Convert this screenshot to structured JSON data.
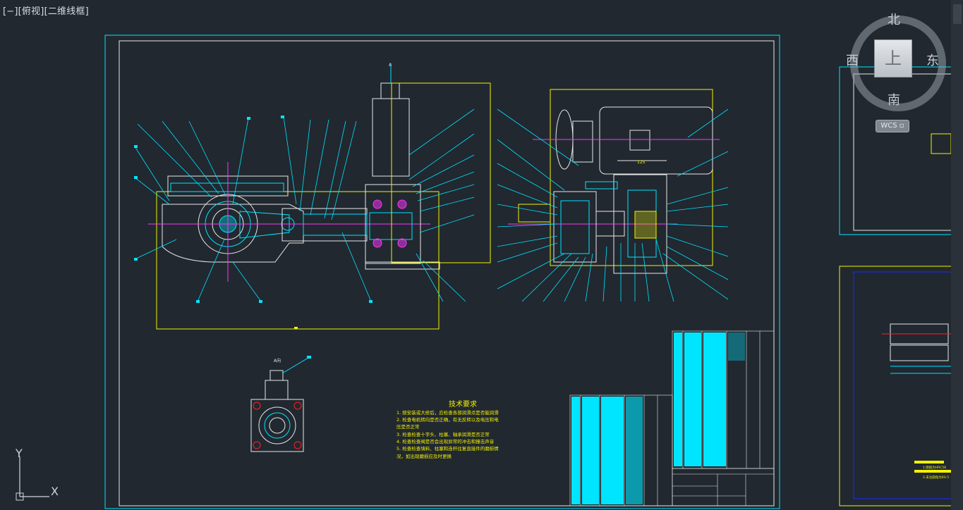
{
  "viewport": {
    "label": "[−][俯视][二维线框]"
  },
  "viewcube": {
    "north": "北",
    "south": "南",
    "west": "西",
    "east": "东",
    "top_face": "上",
    "wcs_label": "WCS ▫"
  },
  "ucs": {
    "x_label": "X",
    "y_label": "Y"
  },
  "drawing": {
    "section_mark": "A",
    "aux_view_label": "A向",
    "tech_title": "技术要求",
    "tech_lines": [
      "1. 按安装或大修后，应检查各部润滑点是否能润滑",
      "2. 检查电机转向是否正确，有无反转以及电压和电",
      "   压是否正常",
      "3. 检查检查十字头、柱塞、轴承润滑是否正常",
      "4. 检查检查阀是否会出现异常的冲击和撞击声音",
      "5. 检查检查填料、柱塞和连杆往复直接件的磨损情",
      "   况，如出现磨损应及时更换"
    ],
    "dim_label": "125",
    "right_note_1": "1.图纸为HRC58",
    "right_note_2": "2.未注圆角为R0.5"
  },
  "colors": {
    "background": "#212830",
    "cyan": "#00e5ff",
    "yellow": "#f2f200",
    "white": "#e8e8e8",
    "magenta": "#ff33ff",
    "red": "#ff2020",
    "blue": "#1e2aff"
  }
}
